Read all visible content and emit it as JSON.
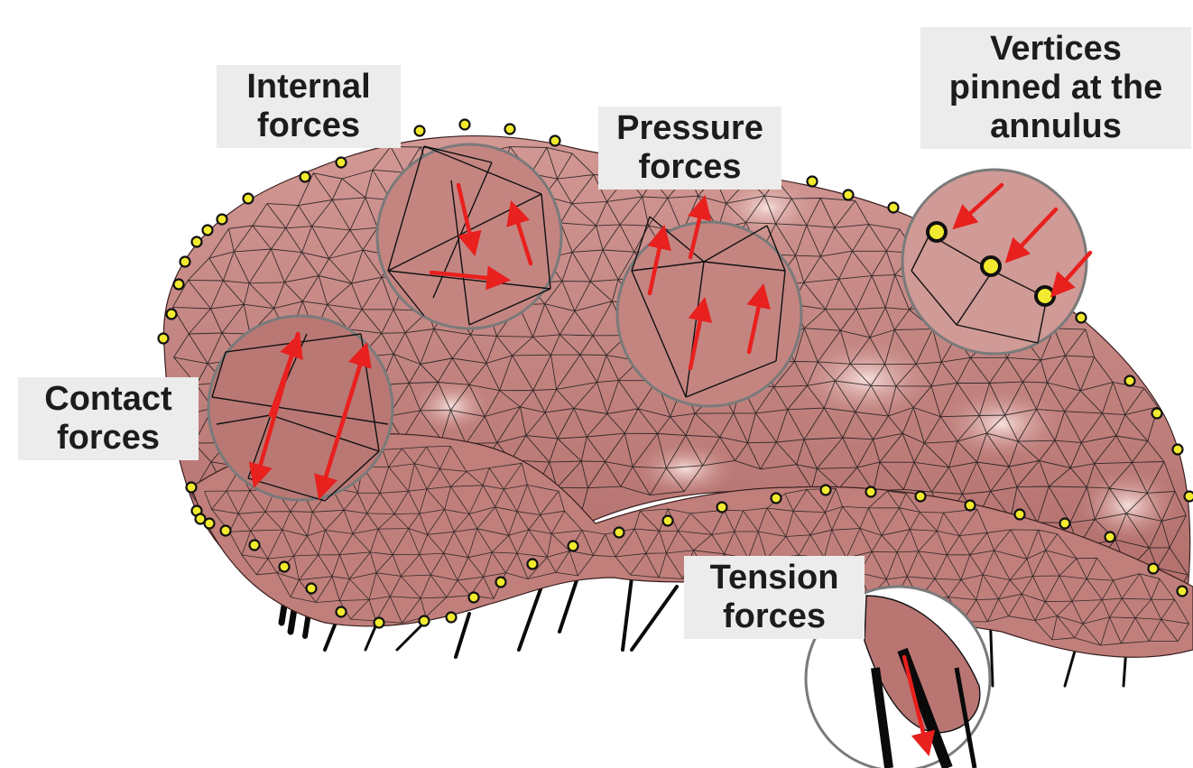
{
  "labels": {
    "internal": [
      "Internal",
      "forces"
    ],
    "pressure": [
      "Pressure",
      "forces"
    ],
    "vertices": [
      "Vertices",
      "pinned at the",
      "annulus"
    ],
    "contact": [
      "Contact",
      "forces"
    ],
    "tension": [
      "Tension",
      "forces"
    ]
  },
  "colors": {
    "surface": "#c98a86",
    "surface_highlight": "#f3d6d3",
    "surface_shadow": "#a7625f",
    "mesh_edge": "#1a1a1a",
    "vertex_marker": "#f2ea2e",
    "arrow": "#e8201e",
    "inset_circle": "#7a7a7a",
    "chordae": "#0a0a0a",
    "label_background": "#ececec"
  },
  "icons": {
    "arrow": "red-force-arrow",
    "vertex": "yellow-vertex-marker"
  }
}
